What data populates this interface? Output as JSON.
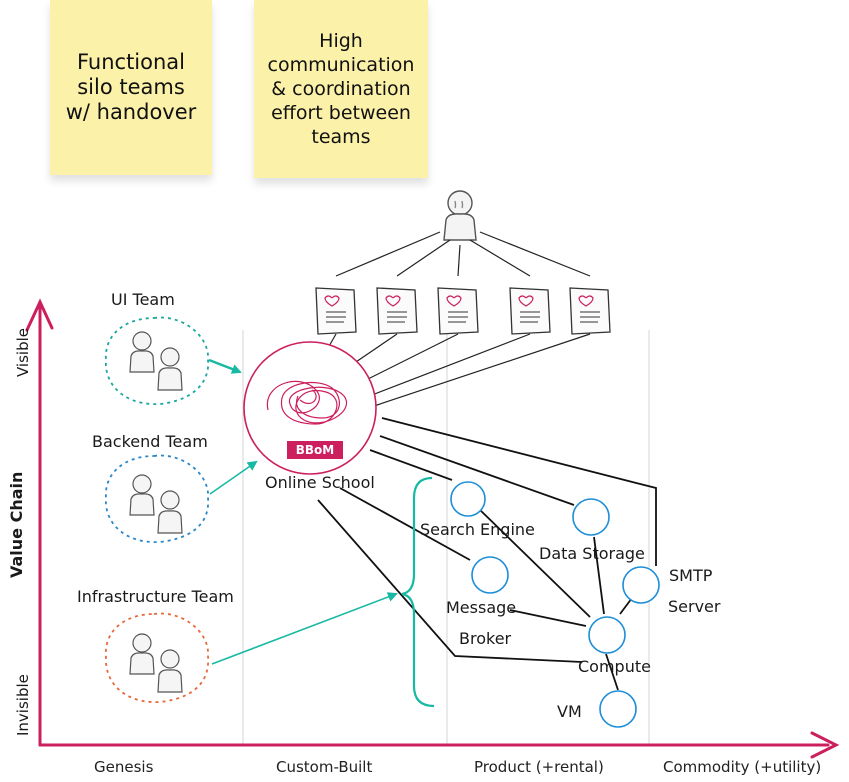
{
  "notes": {
    "silo": "Functional\nsilo teams\nw/ handover",
    "communication": "High\ncommunication\n& coordination\neffort between\nteams"
  },
  "teams": {
    "ui": "UI Team",
    "backend": "Backend Team",
    "infrastructure": "Infrastructure Team"
  },
  "components": {
    "bbom_badge": "BBoM",
    "online_school": "Online School",
    "search_engine": "Search Engine",
    "data_storage": "Data Storage",
    "smtp_line1": "SMTP",
    "smtp_line2": "Server",
    "message_line1": "Message",
    "message_line2": "Broker",
    "compute": "Compute",
    "vm": "VM"
  },
  "axes": {
    "y_title": "Value Chain",
    "y_top": "Visible",
    "y_bottom": "Invisible",
    "stages": [
      "Genesis",
      "Custom-Built",
      "Product (+rental)",
      "Commodity (+utility)"
    ]
  },
  "colors": {
    "axis": "#cc1f5e",
    "arrow": "#17b9a3",
    "ui_team": "#1aa6a0",
    "backend_team": "#2a86c8",
    "infra_team": "#e8683a",
    "component": "#1d8ed8",
    "note": "#fbf1a8"
  },
  "icons": {
    "user": "user-icon",
    "doc": "document-heart-icon"
  }
}
